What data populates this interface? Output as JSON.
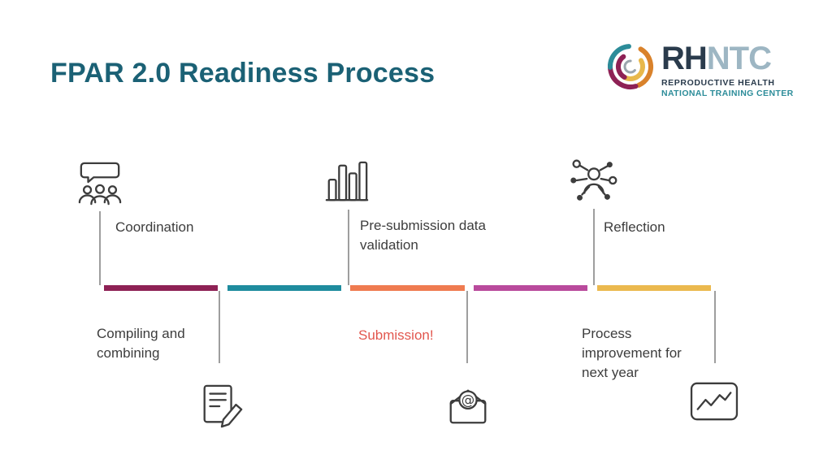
{
  "slide": {
    "title": "FPAR 2.0 Readiness Process",
    "title_color": "#1B6175"
  },
  "logo": {
    "acronym_bold": "RH",
    "acronym_light": "NTC",
    "tagline_line1": "REPRODUCTIVE HEALTH",
    "tagline_line2": "NATIONAL TRAINING CENTER",
    "colors": {
      "dark": "#2A3B4C",
      "light": "#9DB6C3",
      "teal": "#2C8C99"
    }
  },
  "timeline": {
    "segments": [
      {
        "name": "segment-1",
        "color": "#8E2155"
      },
      {
        "name": "segment-2",
        "color": "#1E8C9E"
      },
      {
        "name": "segment-3",
        "color": "#EF7B50"
      },
      {
        "name": "segment-4",
        "color": "#B94A9C"
      },
      {
        "name": "segment-5",
        "color": "#EBB94E"
      }
    ],
    "above_steps": [
      {
        "label": "Coordination",
        "icon": "speech-people-icon"
      },
      {
        "label": "Pre-submission data validation",
        "icon": "bar-chart-icon"
      },
      {
        "label": "Reflection",
        "icon": "people-network-icon"
      }
    ],
    "below_steps": [
      {
        "label": "Compiling and combining",
        "icon": "document-edit-icon"
      },
      {
        "label": "Submission!",
        "icon": "email-at-icon",
        "color": "#E2574E"
      },
      {
        "label": "Process improvement for next year",
        "icon": "line-chart-icon"
      }
    ]
  }
}
